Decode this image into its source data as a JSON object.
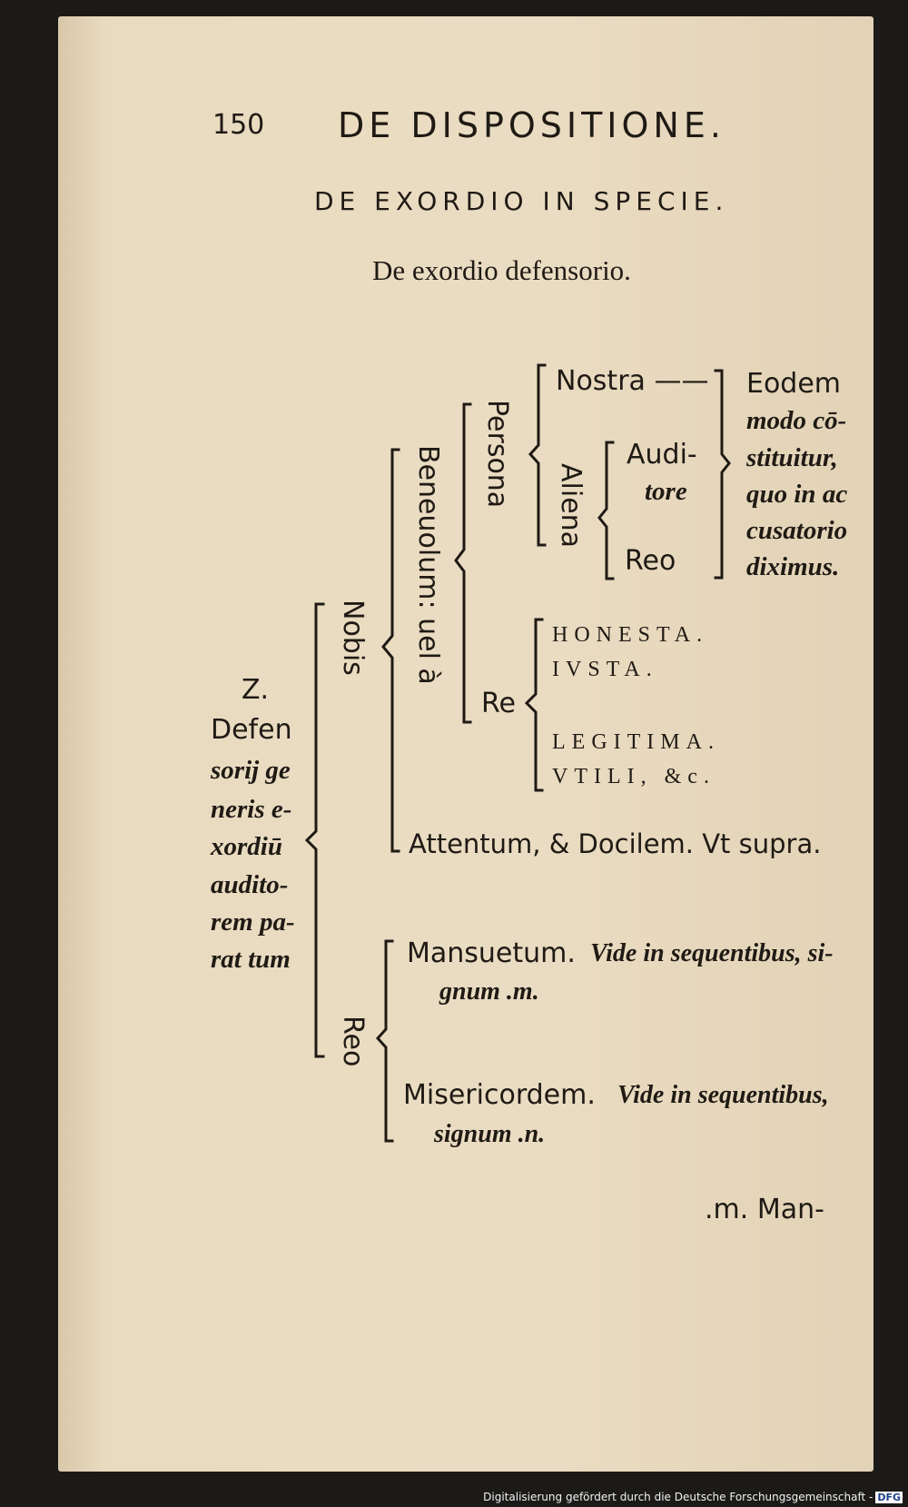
{
  "header": {
    "page_number": "150",
    "running_title": "DE DISPOSITIONE."
  },
  "title": "DE EXORDIO IN SPECIE.",
  "subtitle": "De exordio defensorio.",
  "left_note": {
    "letter": "Z.",
    "lines": [
      "Defen",
      "sorij ge",
      "neris e-",
      "xordiū",
      "audito-",
      "rem pa-",
      "rat tum"
    ]
  },
  "tree": {
    "nobis": "Nobis",
    "beneuolum": "Beneuolum: uel à",
    "persona": "Persona",
    "nostra": "Nostra ——",
    "aliena": "Aliena",
    "auditore_1": "Audi-",
    "auditore_2": "tore",
    "reo_inner": "Reo",
    "note_lines": [
      "Eodem",
      "modo cō-",
      "stituitur,",
      "quo in ac",
      "cusatorio",
      "diximus."
    ],
    "re": "Re",
    "re_items": [
      "HONESTA.",
      "IVSTA.",
      "LEGITIMA.",
      "VTILI, &c."
    ],
    "attentum": "Attentum, & Docilem. Vt supra.",
    "reo": "Reo",
    "mansuetum": "Mansuetum.",
    "mansuetum_ref_1": "Vide in sequentibus, si-",
    "mansuetum_ref_2": "gnum  .m.",
    "misericordem": "Misericordem.",
    "misericordem_ref_1": "Vide in sequentibus,",
    "misericordem_ref_2": "signum .n."
  },
  "catchword": ".m. Man-",
  "footer": {
    "text": "Digitalisierung gefördert durch die Deutsche Forschungsgemeinschaft -",
    "logo": "DFG"
  }
}
